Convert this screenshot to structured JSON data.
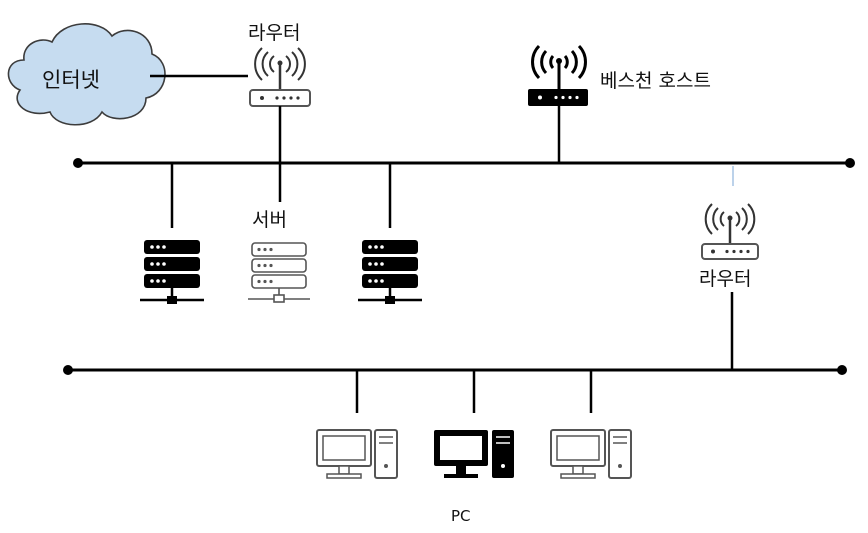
{
  "labels": {
    "internet": "인터넷",
    "router_top": "라우터",
    "bastion_host": "베스천 호스트",
    "server": "서버",
    "router_right": "라우터",
    "pc": "PC"
  },
  "colors": {
    "line": "#000000",
    "cloud_fill": "#c6dcf0",
    "cloud_stroke": "#3c3c3c",
    "device_dark": "#000000",
    "device_light": "#ffffff",
    "device_outline": "#7f7f7f"
  },
  "icons": [
    "cloud-icon",
    "wireless-router-icon",
    "server-rack-icon",
    "desktop-pc-icon"
  ]
}
